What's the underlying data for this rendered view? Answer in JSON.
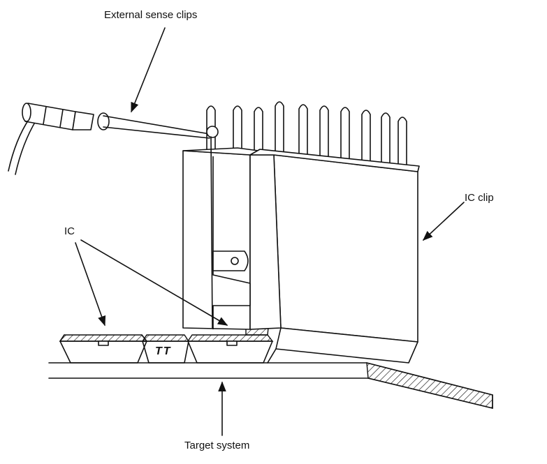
{
  "labels": {
    "external_sense_clips": "External sense clips",
    "ic_clip": "IC clip",
    "ic": "IC",
    "target_system": "Target system",
    "chip_marking": "TT"
  },
  "colors": {
    "ink": "#111111",
    "background": "#ffffff"
  },
  "icons": {
    "sense_probe": "sense-probe-icon",
    "ic_clip_body": "ic-clip-body-icon"
  }
}
